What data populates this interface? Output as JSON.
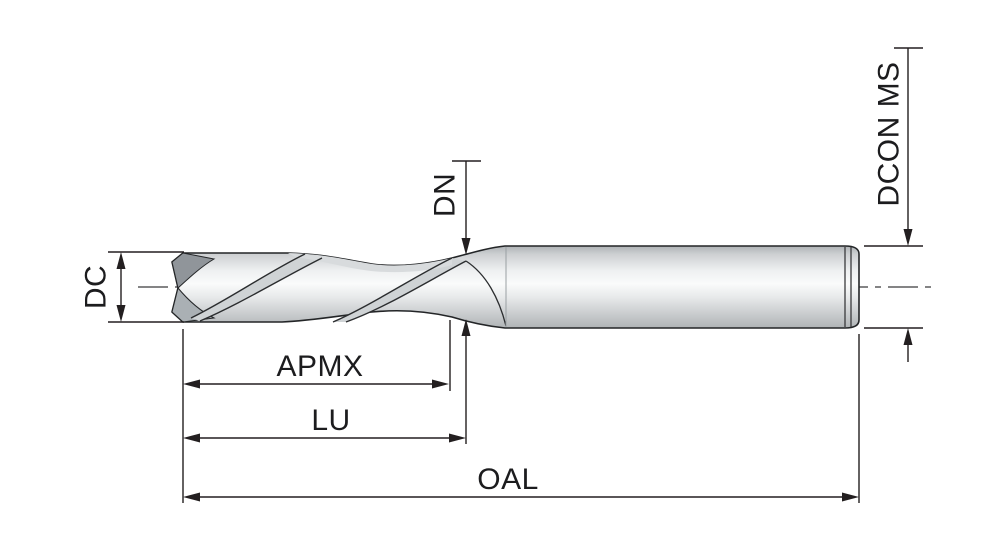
{
  "diagram": {
    "labels": {
      "dc": "DC",
      "dn": "DN",
      "dcon_ms": "DCON MS",
      "apmx": "APMX",
      "lu": "LU",
      "oal": "OAL"
    },
    "colors": {
      "background": "#ffffff",
      "line": "#231f20",
      "steel_light": "#fafbfb",
      "steel_mid": "#d4d7d9",
      "steel_dark": "#aeb2b5"
    }
  }
}
